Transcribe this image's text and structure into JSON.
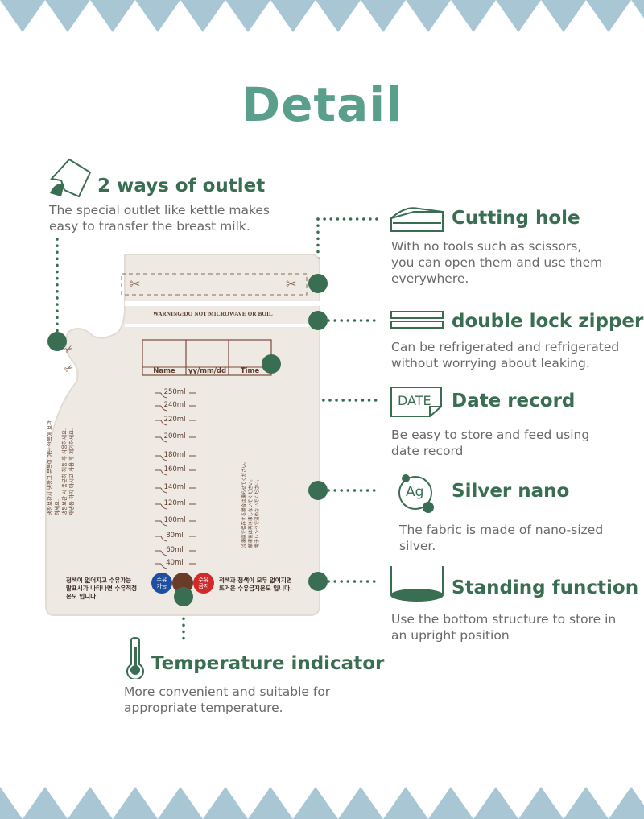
{
  "page": {
    "title": "Detail"
  },
  "colors": {
    "accent": "#3a6e53",
    "title": "#5a9e8c",
    "border_zigzag": "#a9c6d5",
    "bag": "#f1ece8"
  },
  "features": {
    "outlet": {
      "title": "2 ways of outlet",
      "desc": "The special outlet like kettle makes\neasy to transfer the breast milk.",
      "icon": "kettle-outlet-icon"
    },
    "cutting": {
      "title": "Cutting hole",
      "desc": "With no tools such as scissors,\nyou can open them and use them\neverywhere.",
      "icon": "cut-pouch-icon"
    },
    "zipper": {
      "title": "double lock zipper",
      "desc": "Can be refrigerated and refrigerated\nwithout worrying about leaking.",
      "icon": "double-lines-icon"
    },
    "date": {
      "title": "Date record",
      "desc": "Be easy to store and feed using\ndate record",
      "icon": "date-label-icon",
      "icon_text": "DATE"
    },
    "silver": {
      "title": "Silver nano",
      "desc": "The fabric is made of nano-sized\nsilver.",
      "icon": "silver-ag-icon",
      "icon_text": "Ag"
    },
    "standing": {
      "title": "Standing function",
      "desc": "Use the bottom structure to store in\nan upright position",
      "icon": "standing-base-icon"
    },
    "temperature": {
      "title": "Temperature indicator",
      "desc": "More convenient and suitable for\nappropriate temperature.",
      "icon": "thermometer-icon"
    }
  },
  "bag": {
    "warning": "WARNING:DO NOT MICROWAVE OR BOIL",
    "columns": [
      "Name",
      "yy/mm/dd",
      "Time"
    ],
    "scale": [
      "250ml",
      "240ml",
      "220ml",
      "200ml",
      "180ml",
      "160ml",
      "140ml",
      "120ml",
      "100ml",
      "80ml",
      "60ml",
      "40ml"
    ],
    "temp_left": "청색이 없어지고 수유가능\n말표시가 나타나면 수유적정\n온도 입니다",
    "temp_right": "적색과 청색이 모두 없어지면\n뜨거운 수유금지온도 입니다.",
    "badge_blue": "수유\n가능",
    "badge_red": "수유\n금지",
    "side_left": "냉장보관시 냉장고 문쪽이 아닌 안쪽에 보관하세요.\n냉동보관 시 충분히 해동 후 사용하세요.\n재냉동 하지 마시고 사용 후 폐기하세요.",
    "side_right": "冷凍庫で保存する場合は凍らせてください。\n解凍後は再冷凍しないでください。\n電子レンジで温めないでください。"
  }
}
